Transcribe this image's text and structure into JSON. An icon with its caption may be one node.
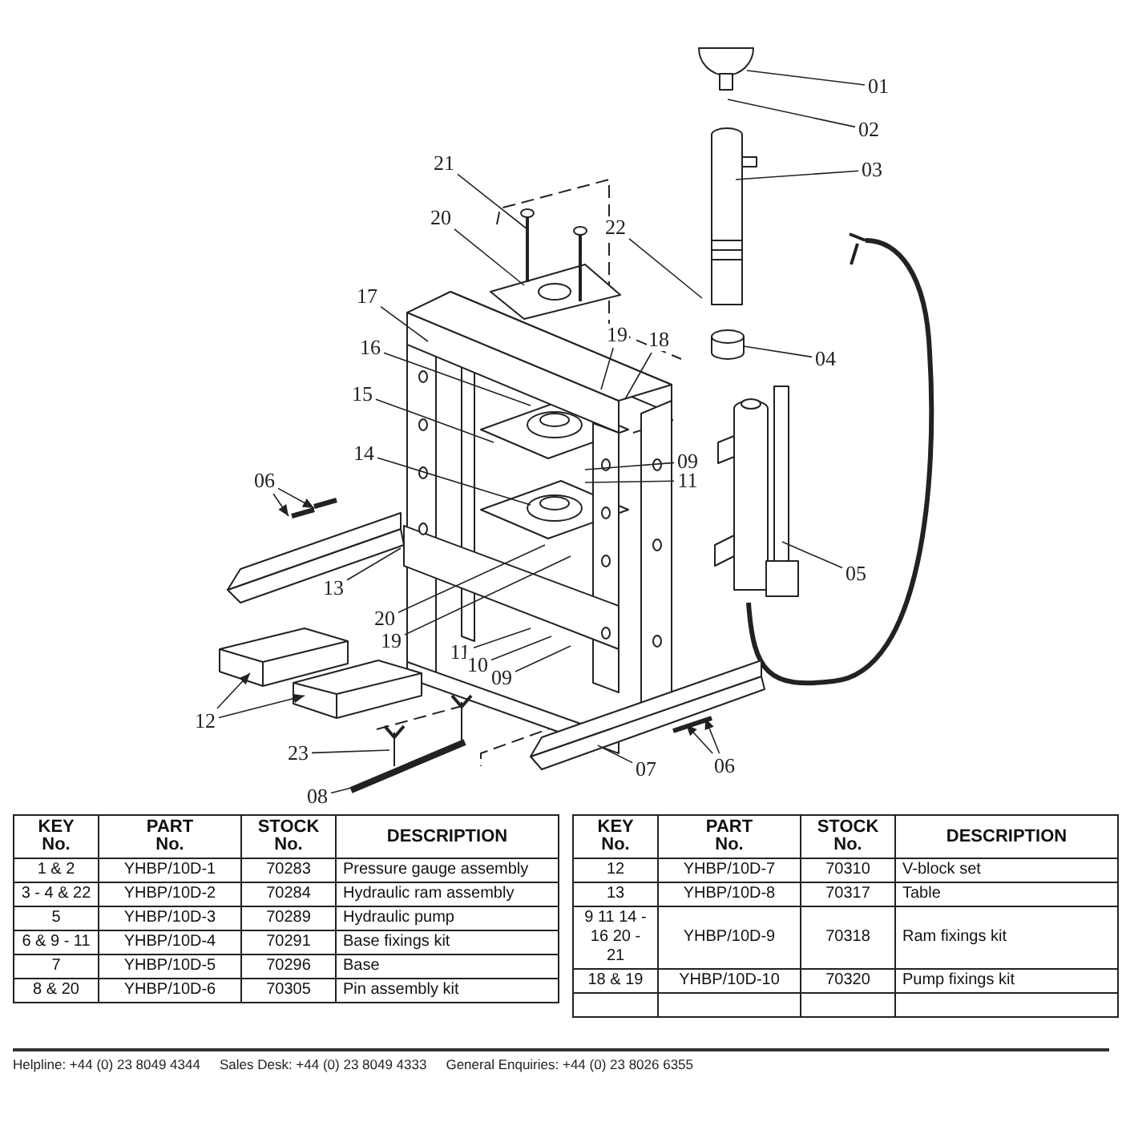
{
  "diagram": {
    "nodes": [
      {
        "text": [
          "01"
        ]
      },
      {
        "text": [
          "02"
        ]
      },
      {
        "text": [
          "03"
        ]
      },
      {
        "text": [
          "21"
        ]
      },
      {
        "text": [
          "20"
        ]
      },
      {
        "text": [
          "22"
        ]
      },
      {
        "text": [
          "17"
        ]
      },
      {
        "text": [
          "19"
        ]
      },
      {
        "text": [
          "18"
        ]
      },
      {
        "text": [
          "16"
        ]
      },
      {
        "text": [
          "04"
        ]
      },
      {
        "text": [
          "15"
        ]
      },
      {
        "text": [
          "14"
        ]
      },
      {
        "text": [
          "09"
        ]
      },
      {
        "text": [
          "11"
        ]
      },
      {
        "text": [
          "06"
        ]
      },
      {
        "text": [
          "05"
        ]
      },
      {
        "text": [
          "13"
        ]
      },
      {
        "text": [
          "20"
        ]
      },
      {
        "text": [
          "19"
        ]
      },
      {
        "text": [
          "11"
        ]
      },
      {
        "text": [
          "10"
        ]
      },
      {
        "text": [
          "09"
        ]
      },
      {
        "text": [
          "12"
        ]
      },
      {
        "text": [
          "23"
        ]
      },
      {
        "text": [
          "08"
        ]
      },
      {
        "text": [
          "07"
        ]
      },
      {
        "text": [
          "06"
        ]
      },
      {
        "text": [],
        "shape": "cylinder"
      }
    ],
    "edges": [
      {
        "from": 0,
        "to": null,
        "arrow": "none"
      },
      {
        "from": 1,
        "to": null,
        "arrow": "none"
      },
      {
        "from": 2,
        "to": null,
        "arrow": "none"
      },
      {
        "from": 3,
        "to": null,
        "arrow": "none"
      },
      {
        "from": 4,
        "to": null,
        "arrow": "none"
      },
      {
        "from": 5,
        "to": null,
        "arrow": "none"
      },
      {
        "from": 6,
        "to": null,
        "arrow": "none"
      },
      {
        "from": 7,
        "to": null,
        "arrow": "none"
      },
      {
        "from": 8,
        "to": null,
        "arrow": "none"
      },
      {
        "from": 9,
        "to": null,
        "arrow": "none"
      },
      {
        "from": 10,
        "to": 28,
        "arrow": "none"
      },
      {
        "from": 11,
        "to": null,
        "arrow": "none"
      },
      {
        "from": 12,
        "to": null,
        "arrow": "none"
      },
      {
        "from": 13,
        "to": null,
        "arrow": "none"
      },
      {
        "from": 14,
        "to": null,
        "arrow": "none"
      },
      {
        "from": 15,
        "to": null,
        "arrow": "to"
      },
      {
        "from": 15,
        "to": null,
        "arrow": "to"
      },
      {
        "from": 16,
        "to": null,
        "arrow": "none"
      },
      {
        "from": 17,
        "to": null,
        "arrow": "none"
      },
      {
        "from": 18,
        "to": null,
        "arrow": "none"
      },
      {
        "from": 19,
        "to": null,
        "arrow": "none"
      },
      {
        "from": 20,
        "to": null,
        "arrow": "none"
      },
      {
        "from": 21,
        "to": null,
        "arrow": "none"
      },
      {
        "from": 22,
        "to": null,
        "arrow": "none"
      },
      {
        "from": 23,
        "to": null,
        "arrow": "to"
      },
      {
        "from": 23,
        "to": null,
        "arrow": "to"
      },
      {
        "from": 24,
        "to": null,
        "arrow": "none"
      },
      {
        "from": 25,
        "to": null,
        "arrow": "none"
      },
      {
        "from": 26,
        "to": null,
        "arrow": "none"
      },
      {
        "from": 27,
        "to": null,
        "arrow": "to"
      },
      {
        "from": 27,
        "to": null,
        "arrow": "to"
      }
    ],
    "labels": [
      "KEY No.",
      "PART No.",
      "STOCK No.",
      "DESCRIPTION",
      "1 & 2",
      "YHBP/10D-1",
      "70283",
      "Pressure gauge assembly",
      "3 - 4 & 22",
      "YHBP/10D-2",
      "70284",
      "Hydraulic ram assembly",
      "5",
      "YHBP/10D-3",
      "70289",
      "Hydraulic pump",
      "6 & 9 - 11",
      "YHBP/10D-4",
      "70291",
      "Base fixings kit",
      "7",
      "YHBP/10D-5",
      "70296",
      "Base",
      "8 & 20",
      "YHBP/10D-6",
      "70305",
      "Pin assembly kit",
      "KEY No.",
      "PART No.",
      "STOCK No.",
      "DESCRIPTION",
      "12",
      "YHBP/10D-7",
      "70310",
      "V-block set",
      "13",
      "YHBP/10D-8",
      "70317",
      "Table",
      "9 11 14 - 16 20 - 21",
      "YHBP/10D-9",
      "70318",
      "Ram fixings kit",
      "18 & 19",
      "YHBP/10D-10",
      "70320",
      "Pump fixings kit",
      "Helpline: +44 (0) 23 8049 4344",
      "Sales Desk: +44 (0) 23 8049 4333",
      "General Enquiries: +44 (0) 23 8026 6355"
    ]
  }
}
